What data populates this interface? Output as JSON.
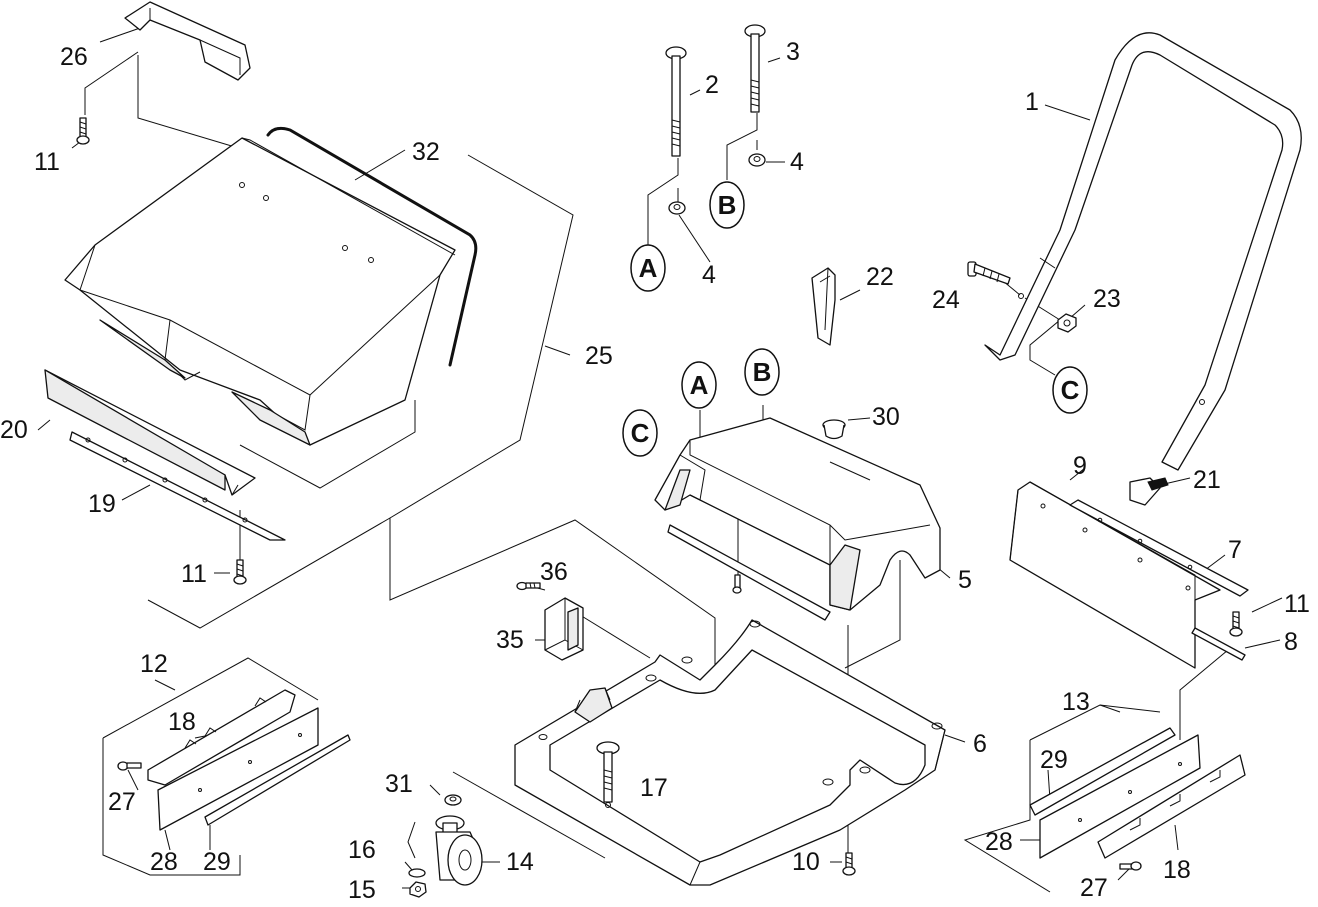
{
  "callouts": {
    "p1": "1",
    "p2": "2",
    "p3": "3",
    "p4a": "4",
    "p4b": "4",
    "p5": "5",
    "p6": "6",
    "p7": "7",
    "p8": "8",
    "p9": "9",
    "p10": "10",
    "p11a": "11",
    "p11b": "11",
    "p11c": "11",
    "p12": "12",
    "p13": "13",
    "p14": "14",
    "p15": "15",
    "p16": "16",
    "p17": "17",
    "p18a": "18",
    "p18b": "18",
    "p19": "19",
    "p20": "20",
    "p21": "21",
    "p22": "22",
    "p23": "23",
    "p24": "24",
    "p25": "25",
    "p26": "26",
    "p27a": "27",
    "p27b": "27",
    "p28a": "28",
    "p28b": "28",
    "p29a": "29",
    "p29b": "29",
    "p30": "30",
    "p31": "31",
    "p32": "32",
    "p35": "35",
    "p36": "36"
  },
  "markers": {
    "a_top": "A",
    "b_top": "B",
    "a_body": "A",
    "b_body": "B",
    "c_body": "C",
    "c_handle": "C"
  }
}
